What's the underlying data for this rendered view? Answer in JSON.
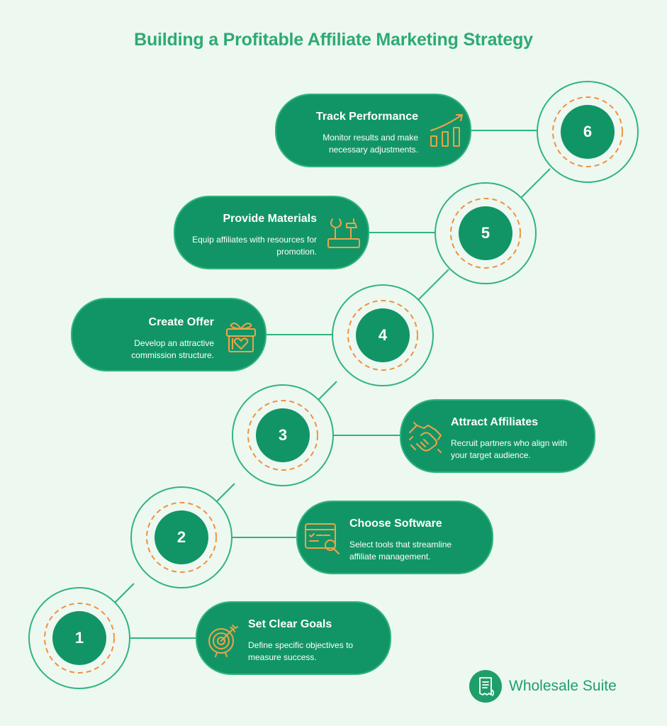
{
  "title": "Building a Profitable Affiliate Marketing Strategy",
  "colors": {
    "background": "#edf8f1",
    "card": "#129566",
    "ring": "#2fb57c",
    "dashed_ring": "#f0913a",
    "icon": "#f0a24a",
    "title": "#2eaa72"
  },
  "steps": [
    {
      "number": "1",
      "title": "Set Clear Goals",
      "description": "Define specific objectives to measure success.",
      "icon": "target-icon"
    },
    {
      "number": "2",
      "title": "Choose Software",
      "description": "Select tools that streamline affiliate management.",
      "icon": "software-search-icon"
    },
    {
      "number": "3",
      "title": "Attract Affiliates",
      "description": "Recruit partners who align with your target audience.",
      "icon": "handshake-icon"
    },
    {
      "number": "4",
      "title": "Create Offer",
      "description": "Develop an attractive commission structure.",
      "icon": "gift-icon"
    },
    {
      "number": "5",
      "title": "Provide Materials",
      "description": "Equip affiliates with resources for promotion.",
      "icon": "tools-icon"
    },
    {
      "number": "6",
      "title": "Track Performance",
      "description": "Monitor results and make necessary adjustments.",
      "icon": "growth-chart-icon"
    }
  ],
  "brand": {
    "name": "Wholesale Suite",
    "icon": "receipt-icon"
  }
}
